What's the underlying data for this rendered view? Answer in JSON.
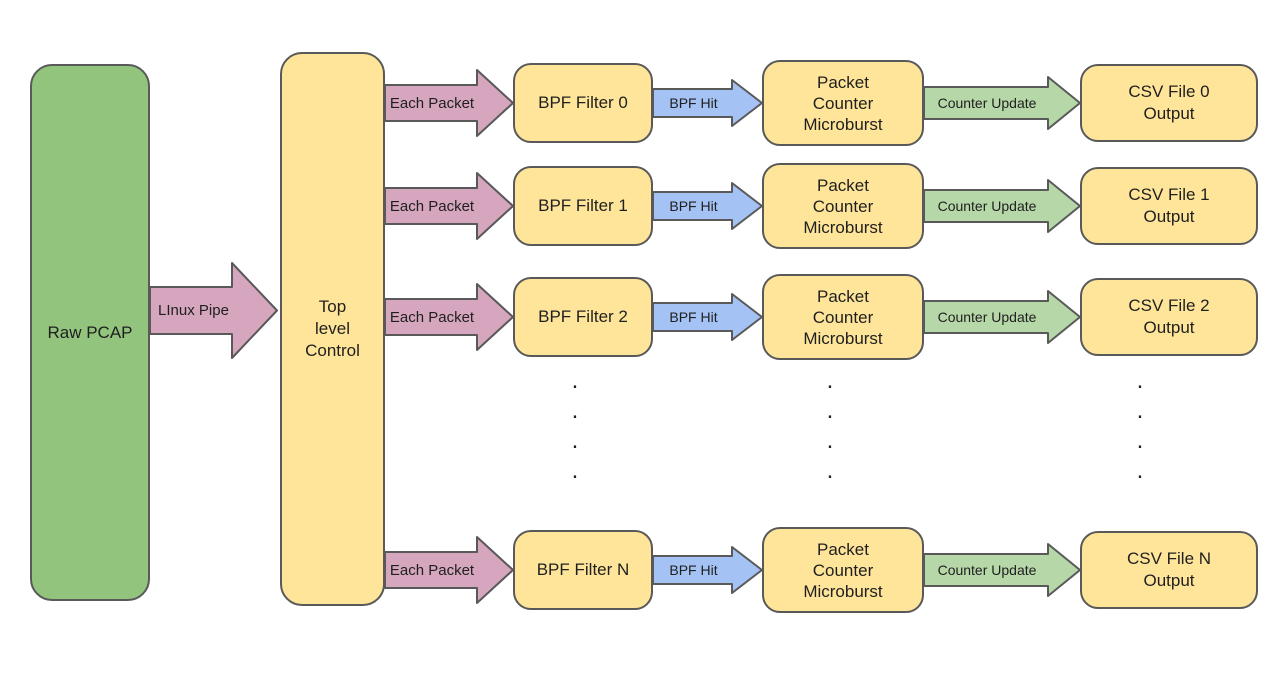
{
  "colors": {
    "canvas_bg": "#ffffff",
    "source_fill": "#93c47d",
    "box_fill": "#ffe599",
    "packet_arrow_fill": "#d5a6bd",
    "hit_arrow_fill": "#a4c2f4",
    "update_arrow_fill": "#b6d7a8",
    "border_color": "#595959",
    "text_color": "#1f1f1f"
  },
  "source_box": {
    "label": "Raw PCAP"
  },
  "pipe_arrow": {
    "label": "LInux Pipe"
  },
  "control_box": {
    "lines": [
      "Top",
      "level",
      "Control"
    ]
  },
  "ellipsis": {
    "dot": "."
  },
  "rows": [
    {
      "packet_arrow_label": "Each Packet",
      "filter_label": "BPF Filter 0",
      "hit_arrow_label": "BPF Hit",
      "counter_lines": [
        "Packet",
        "Counter",
        "Microburst"
      ],
      "update_arrow_label": "Counter Update",
      "csv_lines": [
        "CSV File 0",
        "Output"
      ]
    },
    {
      "packet_arrow_label": "Each Packet",
      "filter_label": "BPF Filter 1",
      "hit_arrow_label": "BPF Hit",
      "counter_lines": [
        "Packet",
        "Counter",
        "Microburst"
      ],
      "update_arrow_label": "Counter Update",
      "csv_lines": [
        "CSV File 1",
        "Output"
      ]
    },
    {
      "packet_arrow_label": "Each Packet",
      "filter_label": "BPF Filter 2",
      "hit_arrow_label": "BPF Hit",
      "counter_lines": [
        "Packet",
        "Counter",
        "Microburst"
      ],
      "update_arrow_label": "Counter Update",
      "csv_lines": [
        "CSV File 2",
        "Output"
      ]
    },
    {
      "packet_arrow_label": "Each Packet",
      "filter_label": "BPF Filter N",
      "hit_arrow_label": "BPF Hit",
      "counter_lines": [
        "Packet",
        "Counter",
        "Microburst"
      ],
      "update_arrow_label": "Counter Update",
      "csv_lines": [
        "CSV File N",
        "Output"
      ]
    }
  ]
}
